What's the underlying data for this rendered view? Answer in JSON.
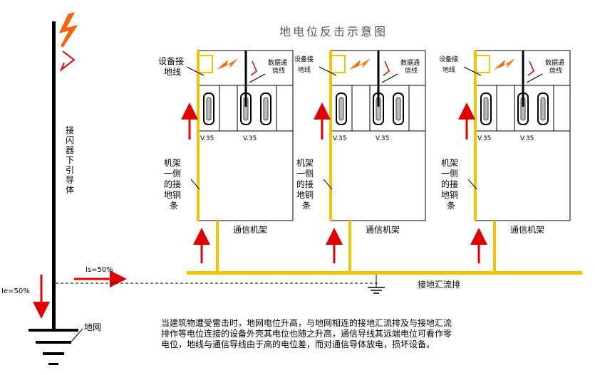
{
  "title": "地电位反击示意图",
  "conductor_label": "接闪器下引导体",
  "ground_net_label": "地网",
  "current_is": "Is=50%",
  "current_ie": "Ie=50%",
  "busbar_label": "接地汇流排",
  "description": "当建筑物遭受雷击时，地网电位升高，与地网相连的接地汇流排及与接地汇流排作等电位连接的设备外壳其电位也随之升高，通信导线其远端电位可看作零电位，地线与通信导线由于高的电位差，而对通信导体放电，损坏设备。",
  "cabinets": [
    {
      "device_ground": [
        "设备接",
        "地线"
      ],
      "data_line": [
        "数据通",
        "信线"
      ],
      "port_labels": [
        "V.35",
        "V.35"
      ],
      "copper_strip": [
        "机架",
        "一侧",
        "的接",
        "地铜",
        "条"
      ],
      "rack_label": "通信机架"
    },
    {
      "device_ground": [
        "设备接",
        "地线"
      ],
      "data_line": [
        "数据通",
        "信线"
      ],
      "port_labels": [
        "V.35",
        "V.35"
      ],
      "copper_strip": [
        "机架",
        "一侧",
        "的接",
        "地铜",
        "条"
      ],
      "rack_label": "通信机架"
    },
    {
      "device_ground": [
        "设备接",
        "地线"
      ],
      "data_line": [
        "数据通",
        "信线"
      ],
      "port_labels": [
        "V.35",
        "V.35"
      ],
      "copper_strip": [
        "机架",
        "一侧",
        "的接",
        "地铜",
        "条"
      ],
      "rack_label": "通信机架"
    }
  ],
  "colors": {
    "copper": "#f5c400",
    "current_arrow": "#e00000",
    "lightning": "#ff6600",
    "conductor": "#000000"
  }
}
